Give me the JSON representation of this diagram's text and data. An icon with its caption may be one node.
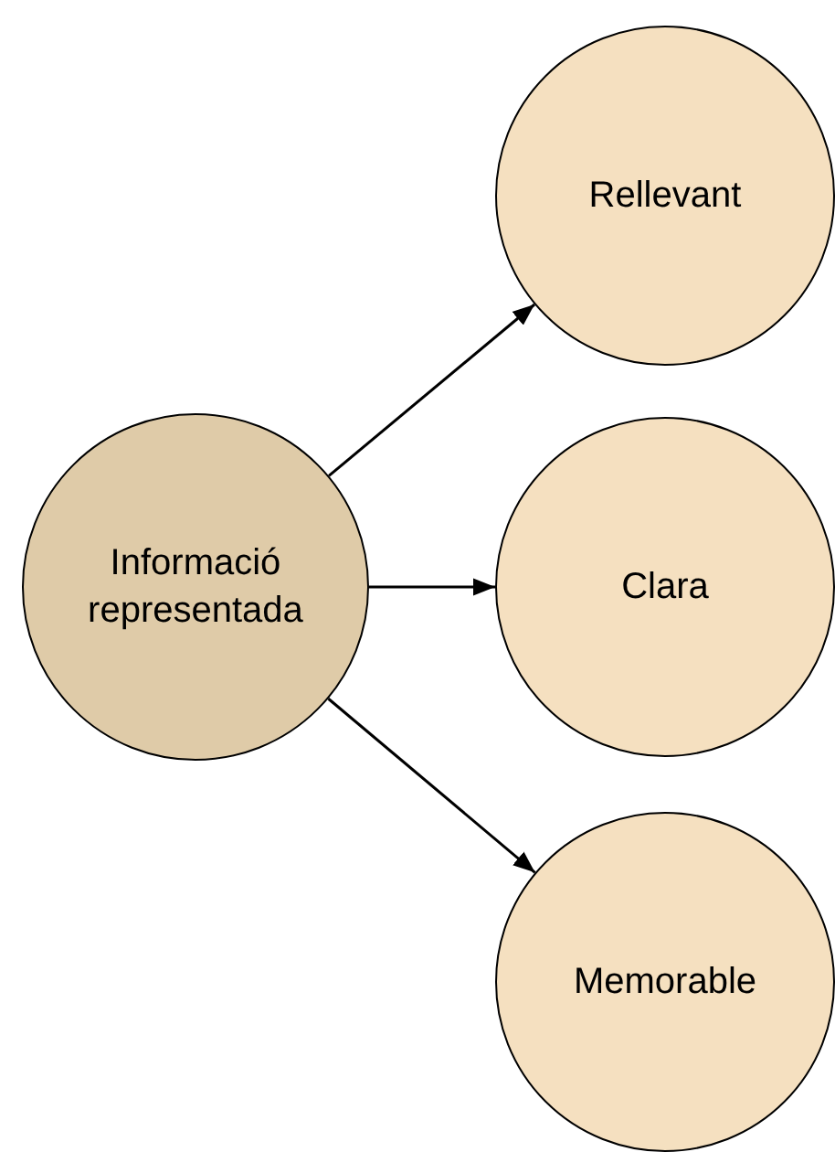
{
  "diagram": {
    "nodes": [
      {
        "text": [
          "Informació representada"
        ]
      },
      {
        "text": [
          "Rellevant"
        ]
      },
      {
        "text": [
          "Clara"
        ]
      },
      {
        "text": [
          "Memorable"
        ]
      }
    ],
    "edges": [
      {
        "from": 0,
        "to": 1,
        "arrow": "to"
      },
      {
        "from": 0,
        "to": 2,
        "arrow": "to"
      },
      {
        "from": 0,
        "to": 3,
        "arrow": "to"
      }
    ]
  }
}
